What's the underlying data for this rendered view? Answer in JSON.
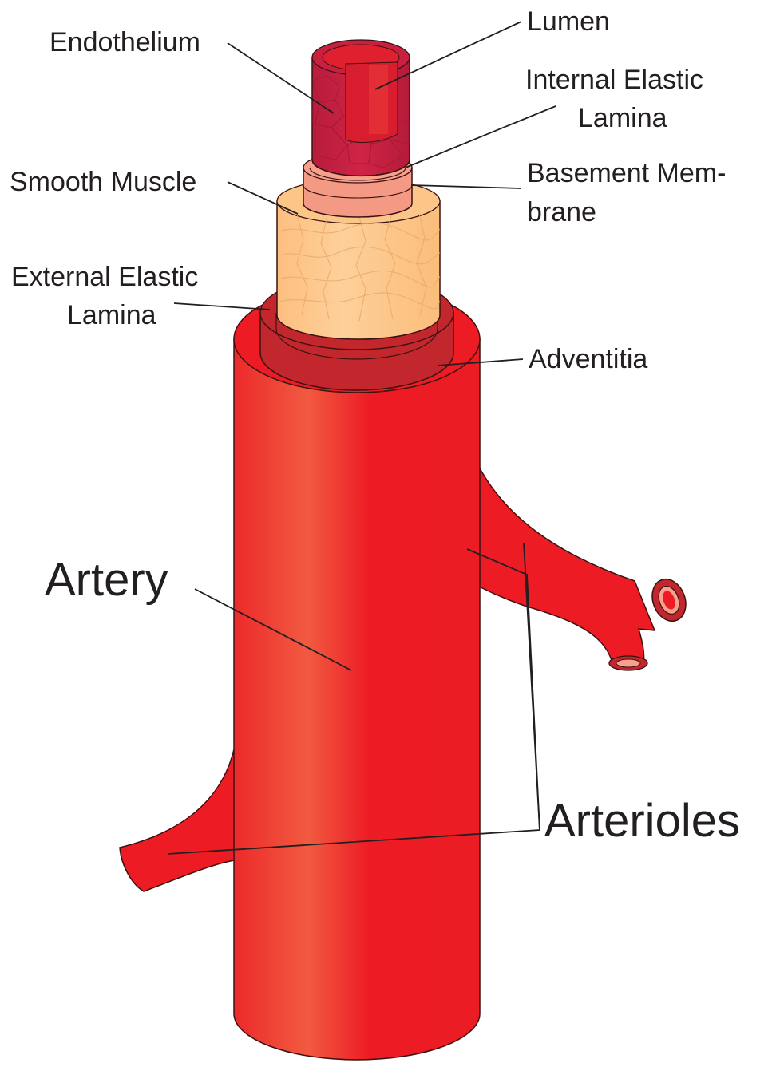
{
  "labels": {
    "endothelium": "Endothelium",
    "lumen": "Lumen",
    "internal_elastic_1": "Internal Elastic",
    "internal_elastic_2": "Lamina",
    "smooth_muscle": "Smooth Muscle",
    "basement_1": "Basement Mem-",
    "basement_2": "brane",
    "external_elastic_1": "External Elastic",
    "external_elastic_2": "Lamina",
    "adventitia": "Adventitia",
    "artery": "Artery",
    "arterioles": "Arterioles"
  },
  "colors": {
    "artery_red": "#ed1c24",
    "artery_highlight": "#f15a40",
    "external_lamina": "#c1272d",
    "smooth_muscle": "#fdc689",
    "basement_membrane": "#f49a84",
    "internal_lamina": "#f7a08b",
    "endothelium": "#c8203f",
    "lumen": "#e0202e"
  }
}
